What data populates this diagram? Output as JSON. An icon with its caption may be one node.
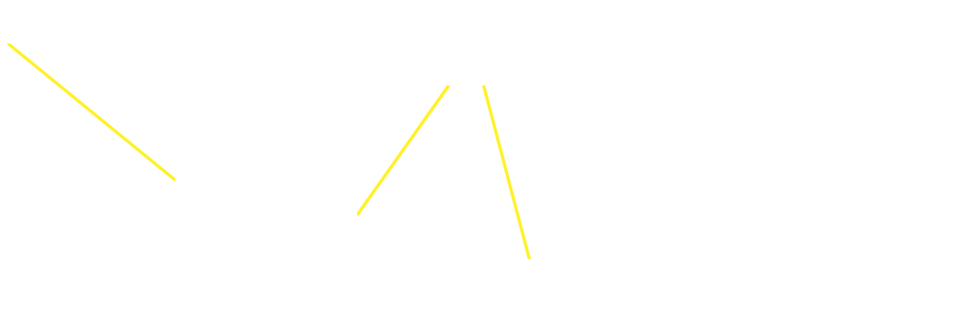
{
  "diagram": {
    "nodes": [
      {
        "text": [],
        "shape": "box"
      },
      {
        "text": [],
        "shape": "box"
      },
      {
        "text": [],
        "shape": "box"
      },
      {
        "text": [],
        "shape": "box"
      },
      {
        "text": [],
        "shape": "box"
      }
    ],
    "edges": [
      {
        "from": 0,
        "to": 1,
        "arrow": "none"
      },
      {
        "from": 2,
        "to": 3,
        "arrow": "none"
      },
      {
        "from": 2,
        "to": 4,
        "arrow": "none"
      }
    ]
  }
}
